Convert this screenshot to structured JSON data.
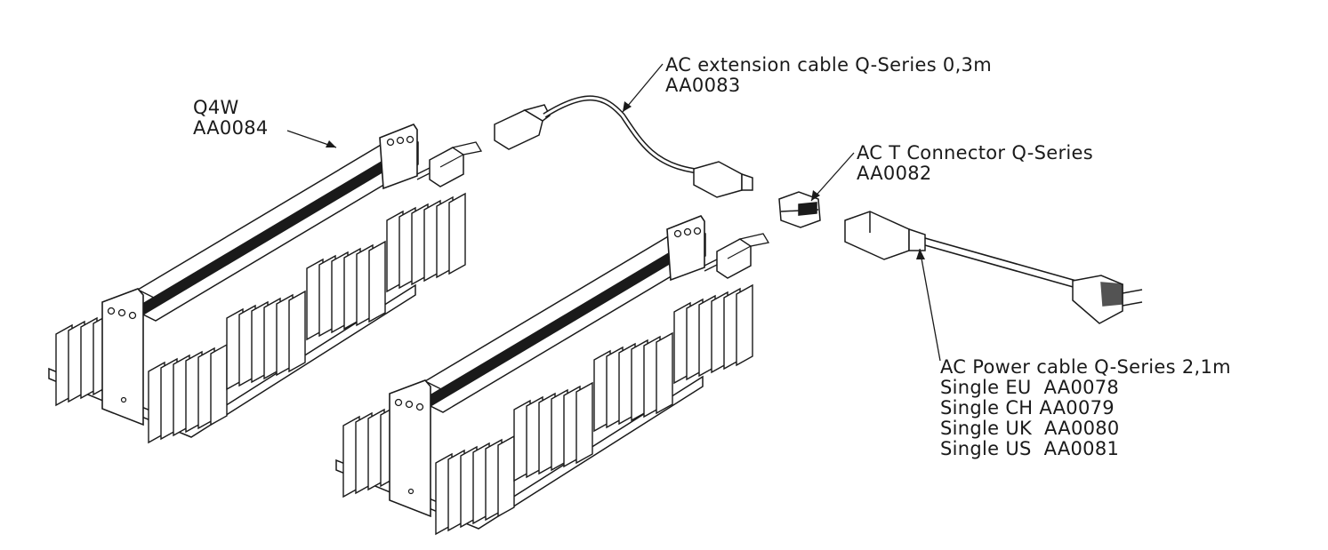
{
  "labels": {
    "q4w": {
      "line1": "Q4W",
      "line2": "AA0084"
    },
    "extension_cable": {
      "line1": "AC extension cable Q-Series 0,3m",
      "line2": "AA0083"
    },
    "t_connector": {
      "line1": "AC T Connector Q-Series",
      "line2": "AA0082"
    },
    "power_cable": {
      "title": "AC Power cable Q-Series 2,1m",
      "variants": [
        "Single EU  AA0078",
        "Single CH AA0079",
        "Single UK  AA0080",
        "Single US  AA0081"
      ]
    }
  },
  "colors": {
    "line": "#1a1a1a",
    "background": "#ffffff",
    "text": "#1a1a1a"
  }
}
